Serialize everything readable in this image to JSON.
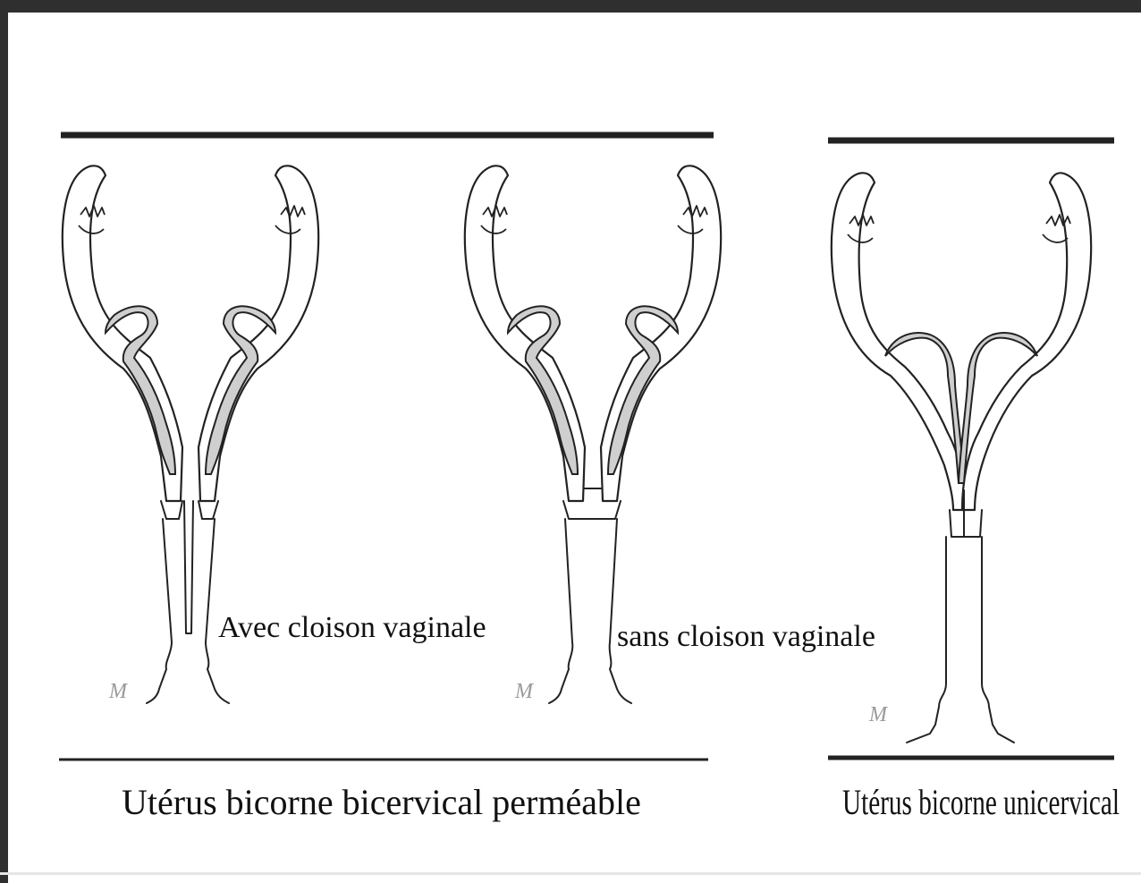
{
  "colors": {
    "frame": "#333333",
    "ink": "#222222",
    "shading": "#cfcfcf",
    "background": "#ffffff"
  },
  "figure": {
    "group_bicervical": {
      "caption": "Utérus bicorne bicervical perméable",
      "variants": [
        {
          "label": "Avec cloison vaginale",
          "septum": "full"
        },
        {
          "label": "sans cloison vaginale",
          "septum": "none"
        }
      ]
    },
    "group_unicervical": {
      "caption": "Utérus bicorne unicervical"
    }
  }
}
